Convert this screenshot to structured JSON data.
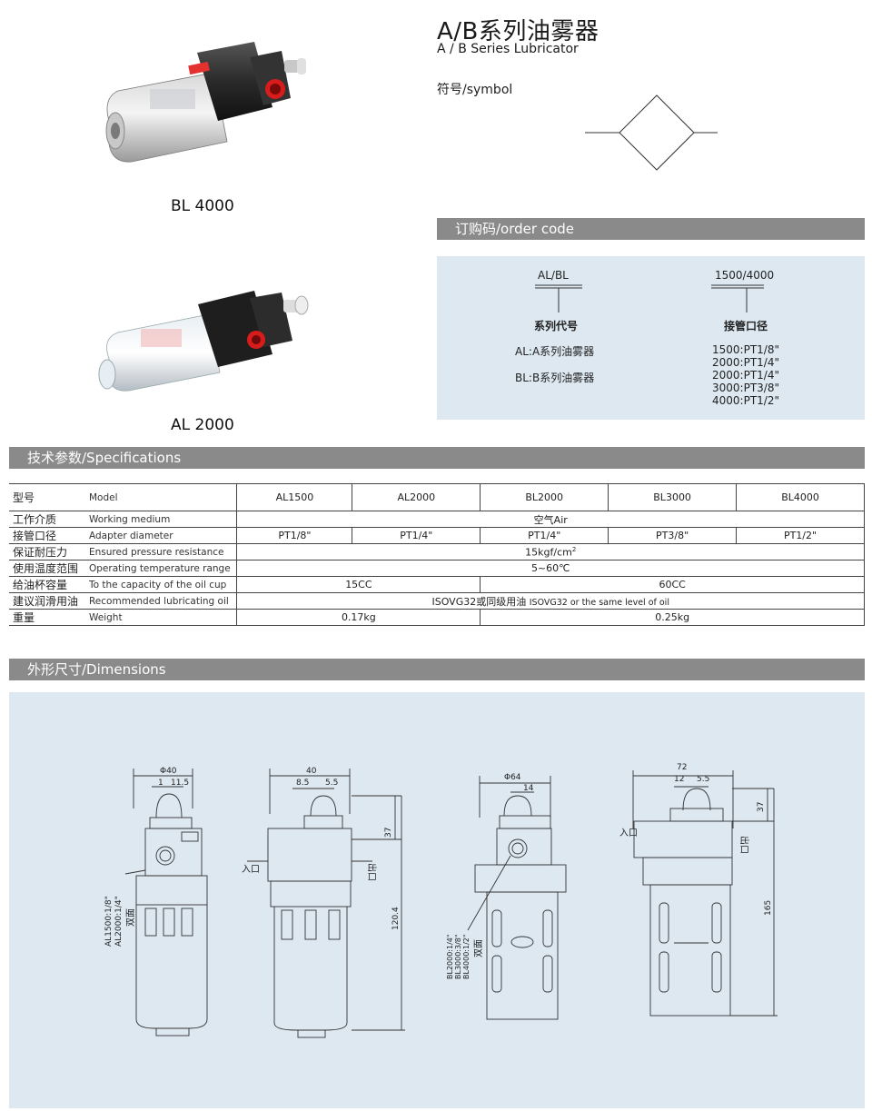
{
  "header": {
    "title_cn": "A/B系列油雾器",
    "title_en": "A / B Series Lubricator",
    "symbol_label": "符号/symbol"
  },
  "products": [
    {
      "caption": "BL 4000"
    },
    {
      "caption": "AL 2000"
    }
  ],
  "order_code": {
    "section_title": "订购码/order code",
    "series_code": "AL/BL",
    "port_code": "1500/4000",
    "series_heading": "系列代号",
    "port_heading": "接管口径",
    "series_options": [
      "AL:A系列油雾器",
      "BL:B系列油雾器"
    ],
    "port_options": [
      "1500:PT1/8\"",
      "2000:PT1/4\"",
      "2000:PT1/4\"",
      "3000:PT3/8\"",
      "4000:PT1/2\""
    ]
  },
  "specifications": {
    "section_title": "技术参数/Specifications",
    "model_cn": "型号",
    "model_en": "Model",
    "models": [
      "AL1500",
      "AL2000",
      "BL2000",
      "BL3000",
      "BL4000"
    ],
    "rows": {
      "medium": {
        "cn": "工作介质",
        "en": "Working medium",
        "value": "空气Air"
      },
      "adapter": {
        "cn": "接管口径",
        "en": "Adapter diameter",
        "values": [
          "PT1/8\"",
          "PT1/4\"",
          "PT1/4\"",
          "PT3/8\"",
          "PT1/2\""
        ]
      },
      "pressure": {
        "cn": "保证耐压力",
        "en": "Ensured pressure resistance",
        "value": "15kgf/cm",
        "sup": "2"
      },
      "temp": {
        "cn": "使用温度范围",
        "en": "Operating temperature range",
        "value": "5~60℃"
      },
      "capacity": {
        "cn": "给油杯容量",
        "en": "To the capacity of the oil cup",
        "values": [
          "15CC",
          "60CC"
        ]
      },
      "oil": {
        "cn": "建议润滑用油",
        "en": "Recommended lubricating oil",
        "value_cn": "ISOVG32或同级用油",
        "value_en": "ISOVG32 or the same level of oil"
      },
      "weight": {
        "cn": "重量",
        "en": "Weight",
        "values": [
          "0.17kg",
          "0.25kg"
        ]
      }
    }
  },
  "dimensions": {
    "section_title": "外形尺寸/Dimensions",
    "d1": {
      "phi": "Φ40",
      "a": "1",
      "b": "11.5",
      "port": "AL1500:1/8\"\nAL2000:1/4\"",
      "port1": "AL1500:1/8\"",
      "port2": "AL2000:1/4\"",
      "sides": "双面"
    },
    "d2": {
      "w": "40",
      "a": "8.5",
      "b": "5.5",
      "h1": "37",
      "h2": "120.4",
      "in": "入口",
      "out": "出口"
    },
    "d3": {
      "phi": "Φ64",
      "a": "14",
      "port1": "BL2000:1/4\"",
      "port2": "BL3000:3/8\"",
      "port3": "BL4000:1/2\"",
      "sides": "双面"
    },
    "d4": {
      "w": "72",
      "a": "12",
      "b": "5.5",
      "h1": "37",
      "h2": "165",
      "in": "入口",
      "out": "出口"
    }
  }
}
